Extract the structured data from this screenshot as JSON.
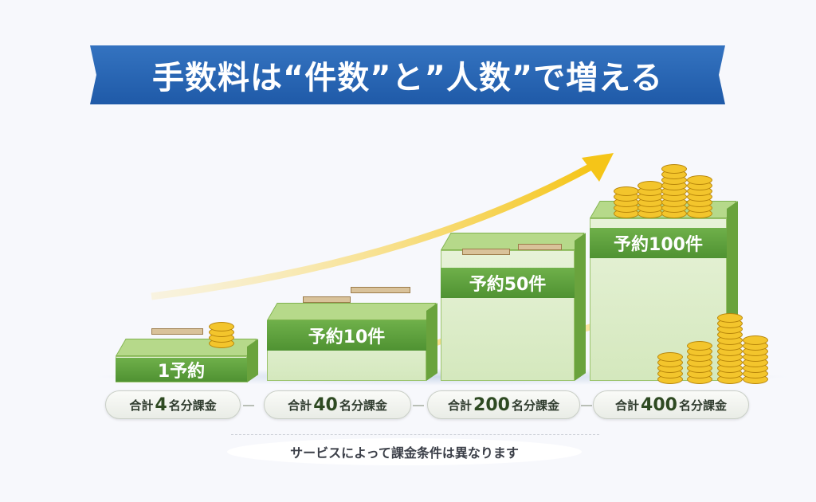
{
  "title": "手数料は“件数”と”人数”で増える",
  "steps": [
    {
      "label": "1予約",
      "pill_prefix": "合計",
      "pill_num": "4",
      "pill_suffix": "名分課金"
    },
    {
      "label": "予約10件",
      "pill_prefix": "合計",
      "pill_num": "40",
      "pill_suffix": "名分課金"
    },
    {
      "label": "予約50件",
      "pill_prefix": "合計",
      "pill_num": "200",
      "pill_suffix": "名分課金"
    },
    {
      "label": "予約100件",
      "pill_prefix": "合計",
      "pill_num": "400",
      "pill_suffix": "名分課金"
    }
  ],
  "note": "サービスによって課金条件は異なります",
  "colors": {
    "banner": "#2a66b4",
    "green": "#5a9c3a",
    "arrow": "#f5c518",
    "coin": "#f3c52c"
  }
}
